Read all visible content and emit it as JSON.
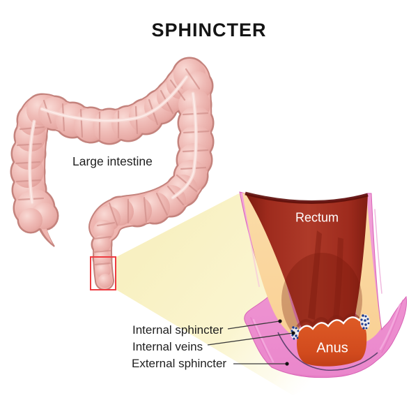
{
  "title": "SPHINCTER",
  "figure": {
    "large_intestine_label": "Large intestine",
    "inset": {
      "rectum_label": "Rectum",
      "anus_label": "Anus"
    },
    "callouts": [
      {
        "label": "Internal sphincter"
      },
      {
        "label": "Internal veins"
      },
      {
        "label": "External sphincter"
      }
    ]
  },
  "colors": {
    "beam_yellow": "#FAF4CC",
    "magnifier_box_red": "#EE3B41",
    "colon_pink": "#EFB6B1",
    "rectum_wall_red": "#A02A1C",
    "internal_sphincter_cream": "#FBD9A0",
    "external_sphincter_pink": "#EF93D2",
    "anus_orange": "#D5511F",
    "veins_blue": "#1C3B8F"
  }
}
